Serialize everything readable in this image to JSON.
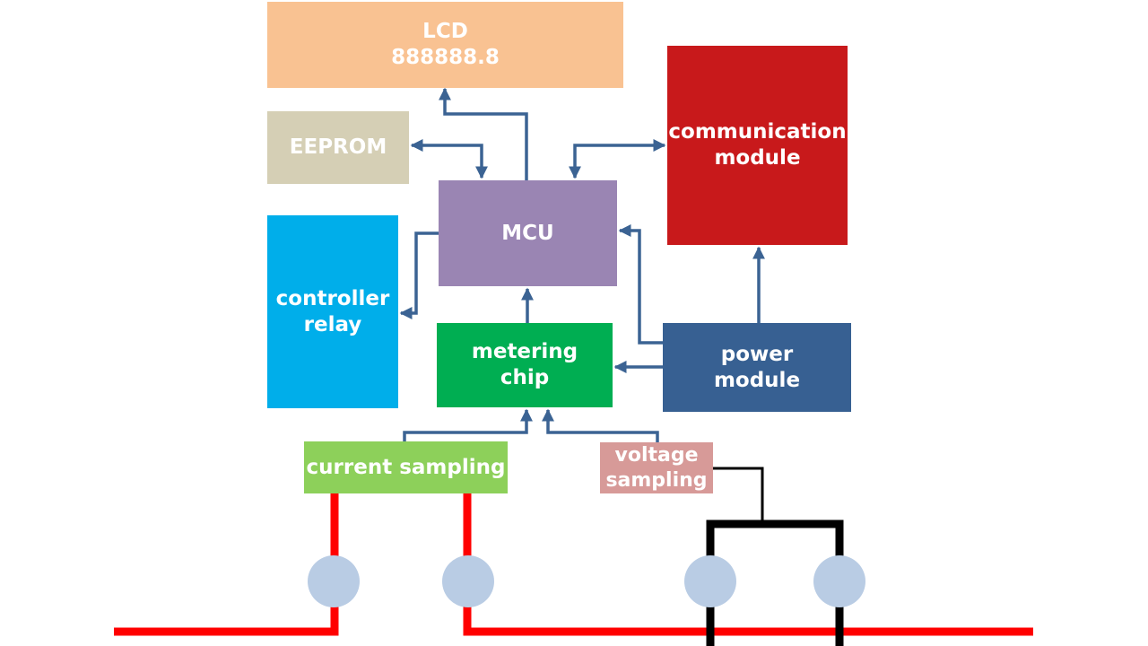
{
  "blocks": {
    "lcd": {
      "line1": "LCD",
      "line2": "888888.8"
    },
    "eeprom": {
      "label": "EEPROM"
    },
    "mcu": {
      "label": "MCU"
    },
    "relay": {
      "line1": "controller",
      "line2": "relay"
    },
    "comm": {
      "line1": "communication",
      "line2": "module"
    },
    "metering": {
      "line1": "metering",
      "line2": "chip"
    },
    "power": {
      "line1": "power",
      "line2": "module"
    },
    "current": {
      "label": "current sampling"
    },
    "voltage": {
      "line1": "voltage",
      "line2": "sampling"
    }
  },
  "colors": {
    "arrow": "#3b6393",
    "phase_line": "#ff0000",
    "neutral_line": "#000000",
    "terminal": "#b9cce4"
  }
}
